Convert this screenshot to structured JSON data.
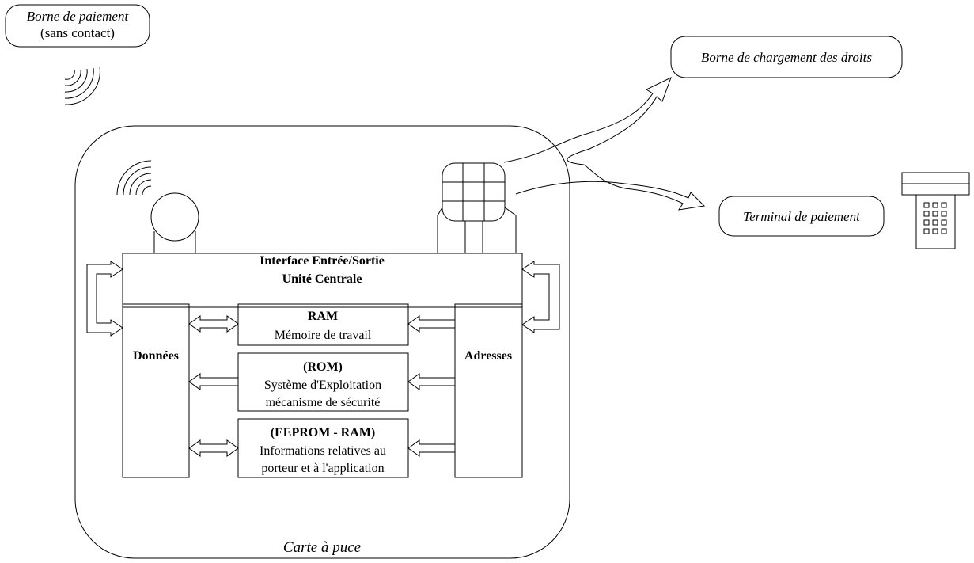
{
  "contactless_terminal": {
    "line1": "Borne de paiement",
    "line2": "(sans contact)"
  },
  "reload_terminal": {
    "label": "Borne de chargement des droits"
  },
  "payment_terminal": {
    "label": "Terminal de paiement"
  },
  "card": {
    "label": "Carte à puce"
  },
  "io_unit": {
    "line1": "Interface Entrée/Sortie",
    "line2": "Unité Centrale"
  },
  "data_bus": {
    "label": "Données"
  },
  "address_bus": {
    "label": "Adresses"
  },
  "ram": {
    "title": "RAM",
    "line1": "Mémoire de travail"
  },
  "rom": {
    "title": "(ROM)",
    "line1": "Système d'Exploitation",
    "line2": "mécanisme de sécurité"
  },
  "eeprom": {
    "title": "(EEPROM - RAM)",
    "line1": "Informations relatives au",
    "line2": "porteur et à l'application"
  }
}
